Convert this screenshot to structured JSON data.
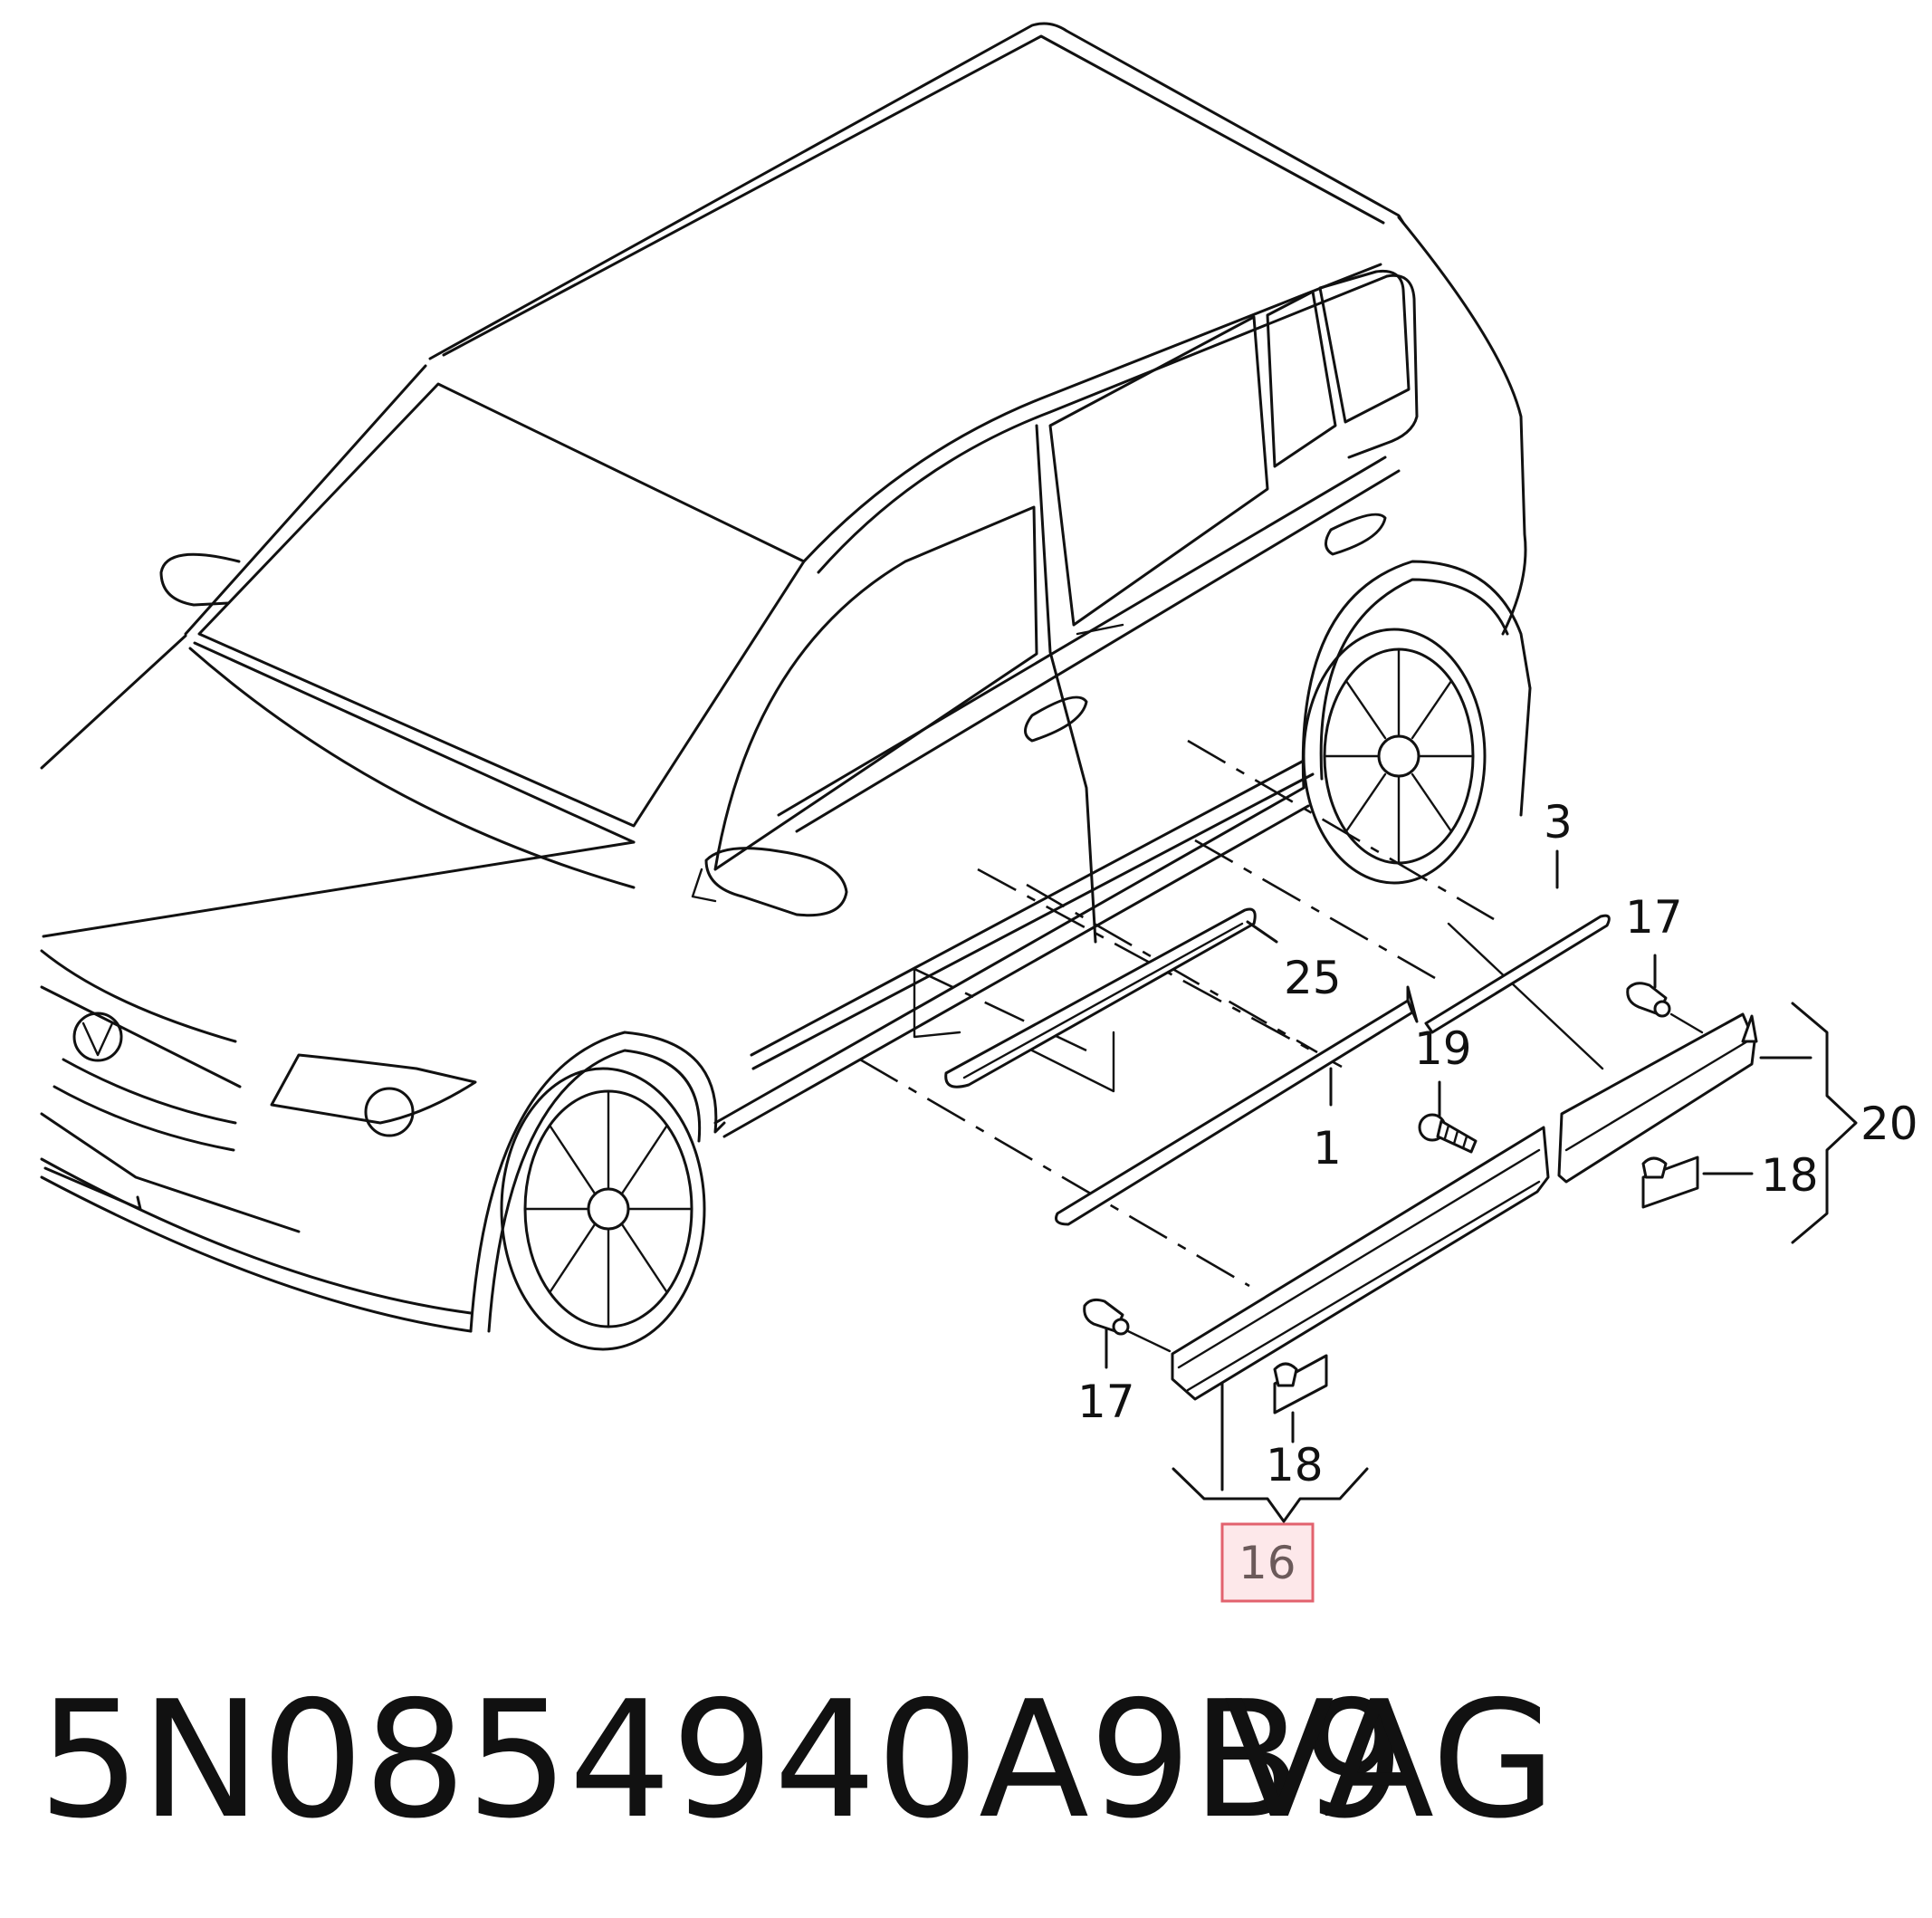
{
  "callouts": {
    "c1": "1",
    "c3": "3",
    "c16": "16",
    "c17a": "17",
    "c17b": "17",
    "c18a": "18",
    "c18b": "18",
    "c19": "19",
    "c20": "20",
    "c25": "25"
  },
  "highlight": {
    "callout": "16",
    "fill_color": "#fde8ea",
    "border_color": "#e2626e"
  },
  "caption": {
    "part_number": "5N0854940A9B9",
    "brand": "VAG"
  }
}
